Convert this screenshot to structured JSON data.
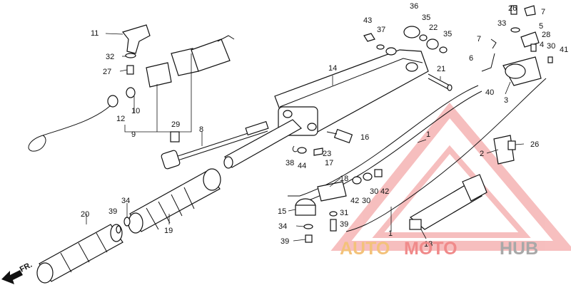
{
  "diagram": {
    "labels": [
      {
        "id": "43",
        "text": "43"
      },
      {
        "id": "37",
        "text": "37"
      },
      {
        "id": "36",
        "text": "36"
      },
      {
        "id": "35a",
        "text": "35"
      },
      {
        "id": "22",
        "text": "22"
      },
      {
        "id": "35b",
        "text": "35"
      },
      {
        "id": "26a",
        "text": "26"
      },
      {
        "id": "7a",
        "text": "7"
      },
      {
        "id": "33",
        "text": "33"
      },
      {
        "id": "5",
        "text": "5"
      },
      {
        "id": "28",
        "text": "28"
      },
      {
        "id": "7b",
        "text": "7"
      },
      {
        "id": "4",
        "text": "4"
      },
      {
        "id": "30a",
        "text": "30"
      },
      {
        "id": "41",
        "text": "41"
      },
      {
        "id": "6",
        "text": "6"
      },
      {
        "id": "21",
        "text": "21"
      },
      {
        "id": "40",
        "text": "40"
      },
      {
        "id": "3",
        "text": "3"
      },
      {
        "id": "14",
        "text": "14"
      },
      {
        "id": "11",
        "text": "11"
      },
      {
        "id": "32",
        "text": "32"
      },
      {
        "id": "27",
        "text": "27"
      },
      {
        "id": "12",
        "text": "12"
      },
      {
        "id": "10",
        "text": "10"
      },
      {
        "id": "9",
        "text": "9"
      },
      {
        "id": "29",
        "text": "29"
      },
      {
        "id": "8",
        "text": "8"
      },
      {
        "id": "16",
        "text": "16"
      },
      {
        "id": "38",
        "text": "38"
      },
      {
        "id": "44",
        "text": "44"
      },
      {
        "id": "23",
        "text": "23"
      },
      {
        "id": "17",
        "text": "17"
      },
      {
        "id": "1a",
        "text": "1"
      },
      {
        "id": "2",
        "text": "2"
      },
      {
        "id": "26b",
        "text": "26"
      },
      {
        "id": "18",
        "text": "18"
      },
      {
        "id": "42a",
        "text": "42"
      },
      {
        "id": "30b",
        "text": "30"
      },
      {
        "id": "30c",
        "text": "30"
      },
      {
        "id": "42b",
        "text": "42"
      },
      {
        "id": "15",
        "text": "15"
      },
      {
        "id": "31",
        "text": "31"
      },
      {
        "id": "39a",
        "text": "39"
      },
      {
        "id": "34a",
        "text": "34"
      },
      {
        "id": "39b",
        "text": "39"
      },
      {
        "id": "1b",
        "text": "1"
      },
      {
        "id": "13",
        "text": "13"
      },
      {
        "id": "20",
        "text": "20"
      },
      {
        "id": "34b",
        "text": "34"
      },
      {
        "id": "39c",
        "text": "39"
      },
      {
        "id": "19",
        "text": "19"
      }
    ],
    "direction_label": "FR.",
    "watermark": {
      "part1": "AUTO",
      "part2": "MOTO",
      "part3": "HUB"
    },
    "colors": {
      "watermark_orange": "#f3c27a",
      "watermark_red": "#f08a8a",
      "watermark_gray": "#a8a8a8",
      "ink": "#111111"
    }
  }
}
